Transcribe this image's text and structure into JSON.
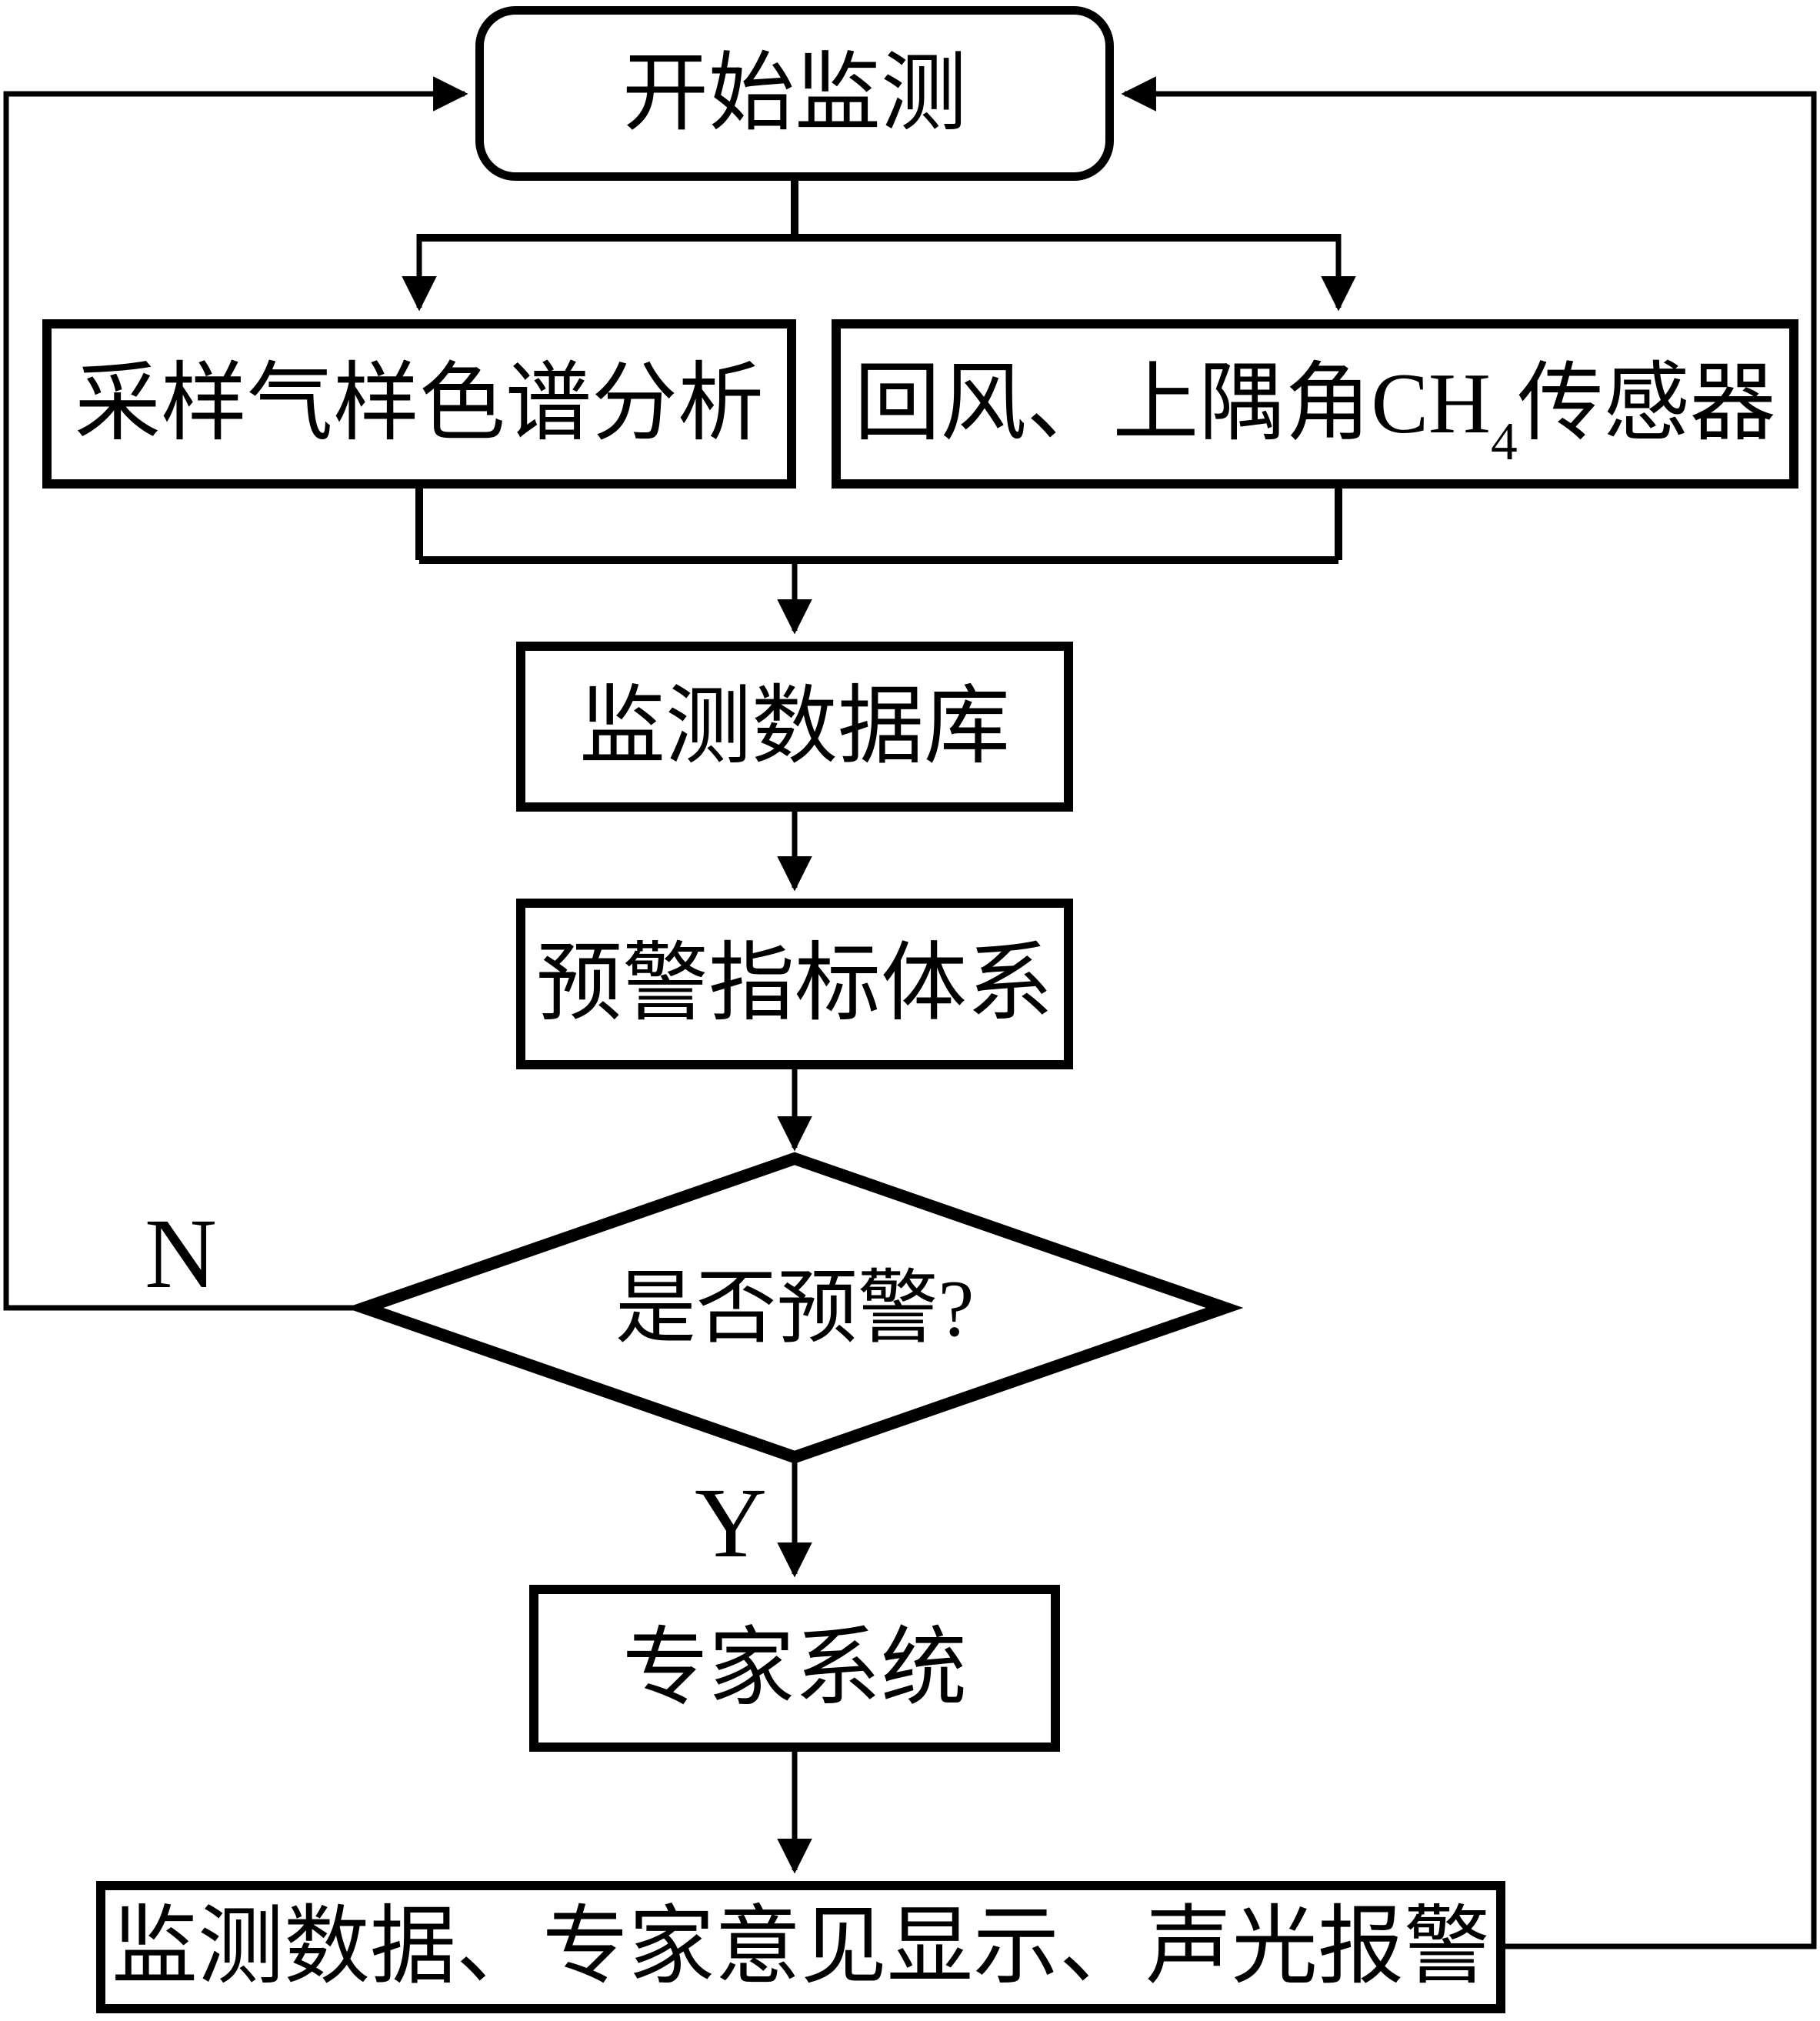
{
  "flowchart": {
    "background_color": "#ffffff",
    "line_color": "#000000",
    "nodes": {
      "start": {
        "label": "开始监测"
      },
      "chromatography": {
        "label": "采样气样色谱分析"
      },
      "sensor": {
        "label_pre": "回风、上隅角CH",
        "label_sub": "4",
        "label_post": "传感器"
      },
      "database": {
        "label": "监测数据库"
      },
      "indicator": {
        "label": "预警指标体系"
      },
      "decision": {
        "label": "是否预警?"
      },
      "expert": {
        "label": "专家系统"
      },
      "output": {
        "label": "监测数据、专家意见显示、声光报警"
      }
    },
    "branches": {
      "no": "N",
      "yes": "Y"
    }
  }
}
